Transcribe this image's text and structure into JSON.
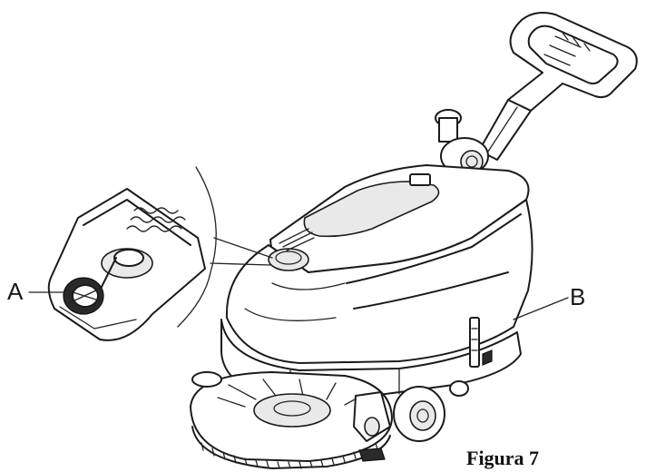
{
  "figure": {
    "caption": "Figura 7",
    "callouts": [
      {
        "id": "A",
        "text": "A"
      },
      {
        "id": "B",
        "text": "B"
      }
    ]
  },
  "colors": {
    "line": "#1b1b1b",
    "background": "#ffffff"
  }
}
